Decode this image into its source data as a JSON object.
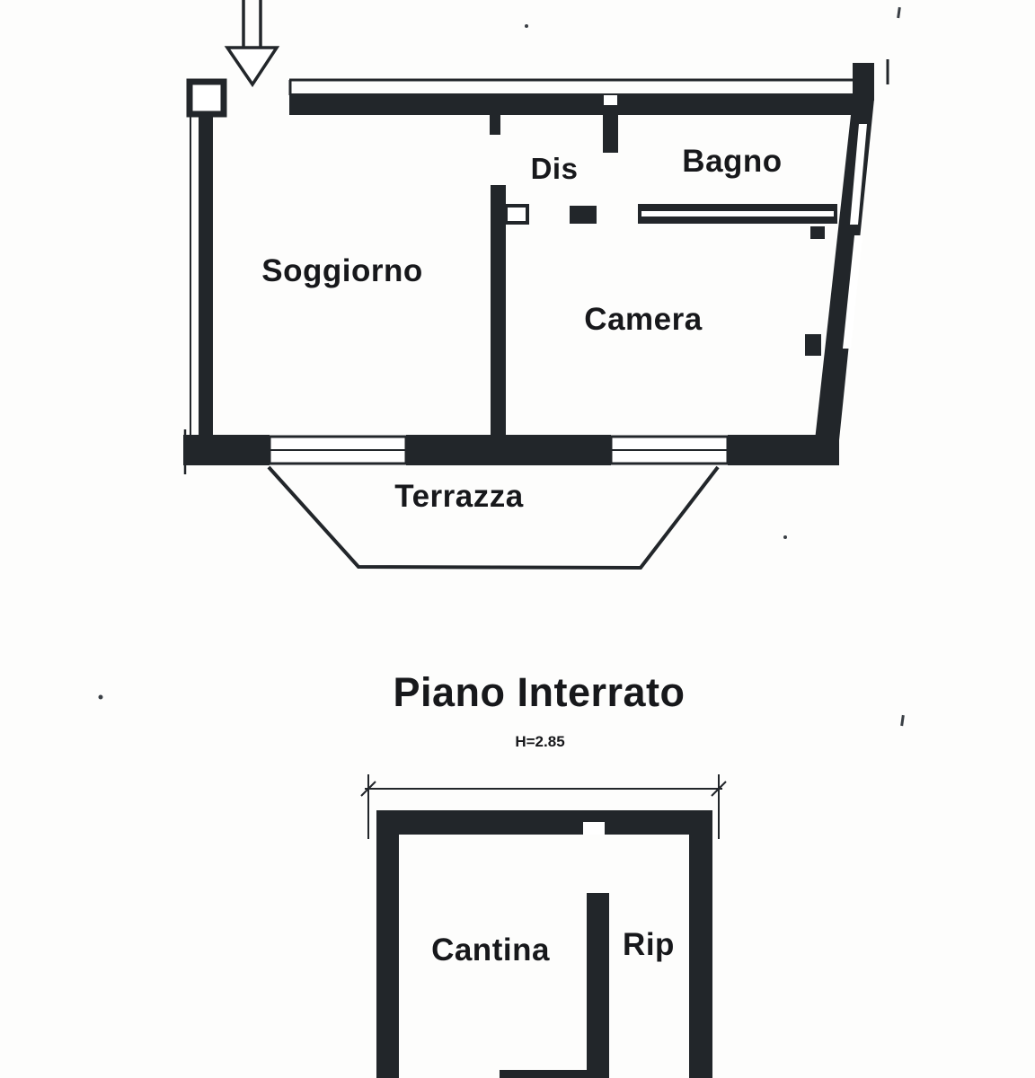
{
  "upper_plan": {
    "rooms": {
      "soggiorno": {
        "label": "Soggiorno"
      },
      "dis": {
        "label": "Dis"
      },
      "bagno": {
        "label": "Bagno"
      },
      "camera": {
        "label": "Camera"
      },
      "terrazza": {
        "label": "Terrazza"
      }
    }
  },
  "section": {
    "title": "Piano Interrato",
    "height_note": "H=2.85"
  },
  "lower_plan": {
    "rooms": {
      "cantina": {
        "label": "Cantina"
      },
      "rip": {
        "label": "Rip"
      }
    }
  },
  "colors": {
    "ink": "#22262a",
    "paper": "#fdfdfc"
  }
}
